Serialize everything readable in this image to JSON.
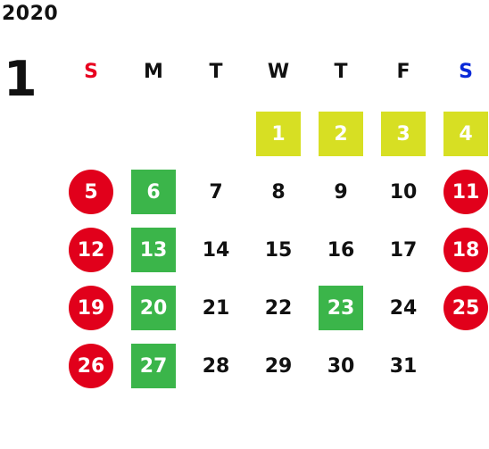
{
  "calendar": {
    "year": "2020",
    "month": "1",
    "weekdays": [
      {
        "label": "S",
        "kind": "sun"
      },
      {
        "label": "M",
        "kind": "weekday"
      },
      {
        "label": "T",
        "kind": "weekday"
      },
      {
        "label": "W",
        "kind": "weekday"
      },
      {
        "label": "T",
        "kind": "weekday"
      },
      {
        "label": "F",
        "kind": "weekday"
      },
      {
        "label": "S",
        "kind": "sat"
      }
    ],
    "start_weekday_index": 3,
    "days": [
      {
        "day": "1",
        "style": "yellow"
      },
      {
        "day": "2",
        "style": "yellow"
      },
      {
        "day": "3",
        "style": "yellow"
      },
      {
        "day": "4",
        "style": "yellow"
      },
      {
        "day": "5",
        "style": "holiday-red"
      },
      {
        "day": "6",
        "style": "green"
      },
      {
        "day": "7",
        "style": "plain"
      },
      {
        "day": "8",
        "style": "plain"
      },
      {
        "day": "9",
        "style": "plain"
      },
      {
        "day": "10",
        "style": "plain"
      },
      {
        "day": "11",
        "style": "holiday-red"
      },
      {
        "day": "12",
        "style": "holiday-red"
      },
      {
        "day": "13",
        "style": "green"
      },
      {
        "day": "14",
        "style": "plain"
      },
      {
        "day": "15",
        "style": "plain"
      },
      {
        "day": "16",
        "style": "plain"
      },
      {
        "day": "17",
        "style": "plain"
      },
      {
        "day": "18",
        "style": "holiday-red"
      },
      {
        "day": "19",
        "style": "holiday-red"
      },
      {
        "day": "20",
        "style": "green"
      },
      {
        "day": "21",
        "style": "plain"
      },
      {
        "day": "22",
        "style": "plain"
      },
      {
        "day": "23",
        "style": "green"
      },
      {
        "day": "24",
        "style": "plain"
      },
      {
        "day": "25",
        "style": "holiday-red"
      },
      {
        "day": "26",
        "style": "holiday-red"
      },
      {
        "day": "27",
        "style": "green"
      },
      {
        "day": "28",
        "style": "plain"
      },
      {
        "day": "29",
        "style": "plain"
      },
      {
        "day": "30",
        "style": "plain"
      },
      {
        "day": "31",
        "style": "plain"
      }
    ],
    "colors": {
      "sunday_text": "#e8001f",
      "saturday_text": "#0a2ad8",
      "holiday_circle": "#e1001b",
      "highlight_yellow": "#d7df23",
      "highlight_green": "#3bb54a"
    }
  }
}
